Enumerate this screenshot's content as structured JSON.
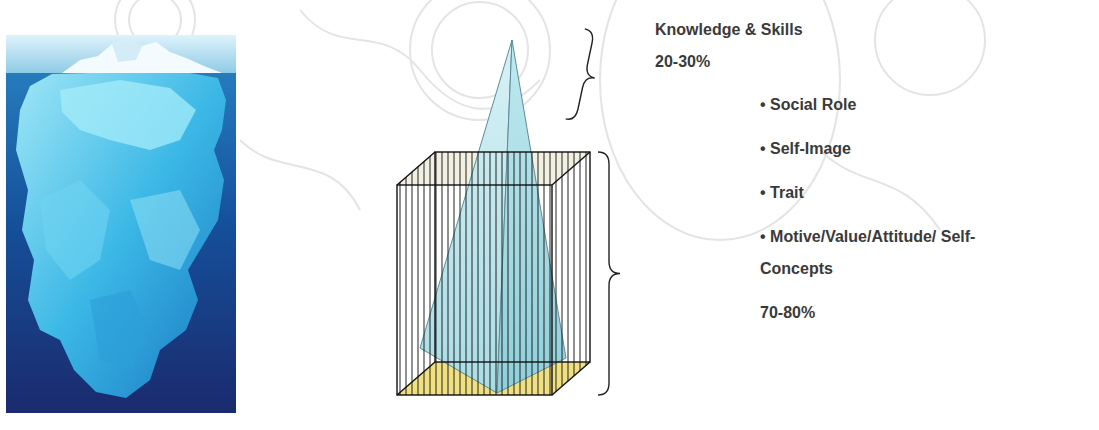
{
  "diagram": {
    "labels": [
      "Knowledge & Skills",
      "20-30%",
      "• Social Role",
      "• Self-Image",
      "• Trait",
      "• Motive/Value/Attitude/ Self-Concepts",
      "70-80%"
    ]
  }
}
